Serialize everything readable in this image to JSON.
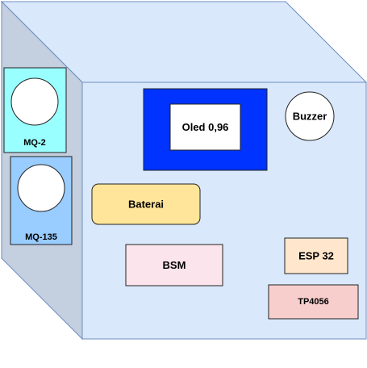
{
  "colors": {
    "box_front": "#dae8fc",
    "box_side": "#c4cfdf",
    "box_edge": "#6c8ebf",
    "mq2_fill": "#99ffff",
    "mq135_fill": "#99ccff",
    "oled_outer": "#0033ff",
    "baterai_fill": "#ffe599",
    "bsm_fill": "#fce4ec",
    "esp_fill": "#ffe6cc",
    "tp4056_fill": "#f8cecc",
    "stroke": "#222222"
  },
  "components": {
    "mq2": {
      "label": "MQ-2"
    },
    "mq135": {
      "label": "MQ-135"
    },
    "oled": {
      "label": "Oled 0,96"
    },
    "buzzer": {
      "label": "Buzzer"
    },
    "baterai": {
      "label": "Baterai"
    },
    "bsm": {
      "label": "BSM"
    },
    "esp32": {
      "label": "ESP 32"
    },
    "tp4056": {
      "label": "TP4056"
    }
  }
}
